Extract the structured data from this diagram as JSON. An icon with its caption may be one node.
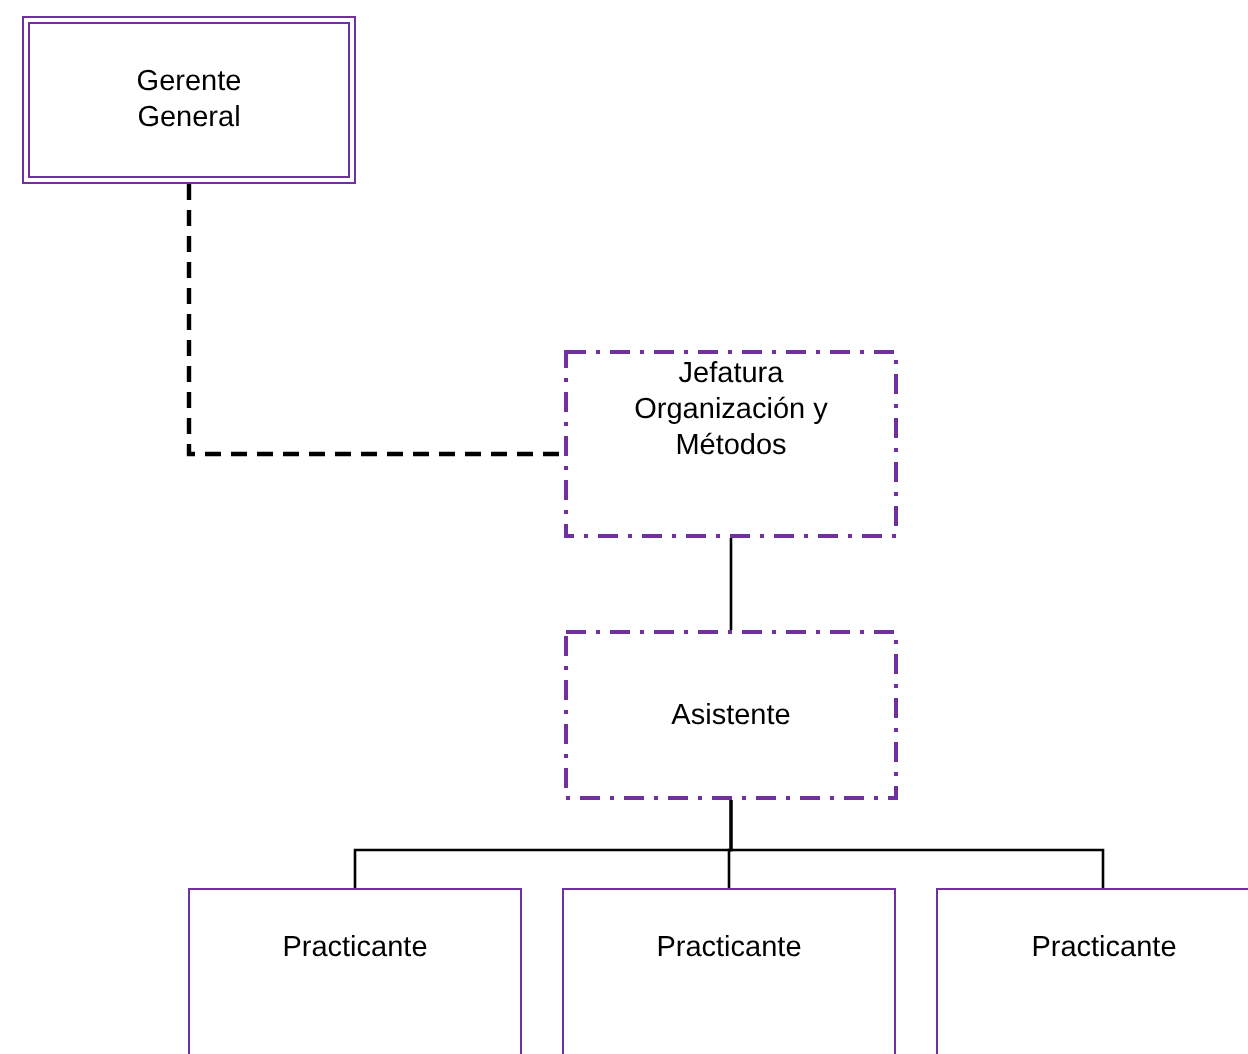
{
  "diagram": {
    "nodes": [
      {
        "text": [
          "Gerente General"
        ]
      },
      {
        "text": [
          "Jefatura Organización y Métodos"
        ]
      },
      {
        "text": [
          "Asistente"
        ]
      },
      {
        "text": [
          "Practicante"
        ]
      },
      {
        "text": [
          "Practicante"
        ]
      },
      {
        "text": [
          "Practicante"
        ]
      }
    ],
    "edges": [
      {
        "from": 0,
        "to": 1,
        "arrow": "none",
        "style": "dashed"
      },
      {
        "from": 1,
        "to": 2,
        "arrow": "none"
      },
      {
        "from": 2,
        "to": 3,
        "arrow": "none"
      },
      {
        "from": 2,
        "to": 4,
        "arrow": "none"
      },
      {
        "from": 2,
        "to": 5,
        "arrow": "none"
      }
    ]
  }
}
